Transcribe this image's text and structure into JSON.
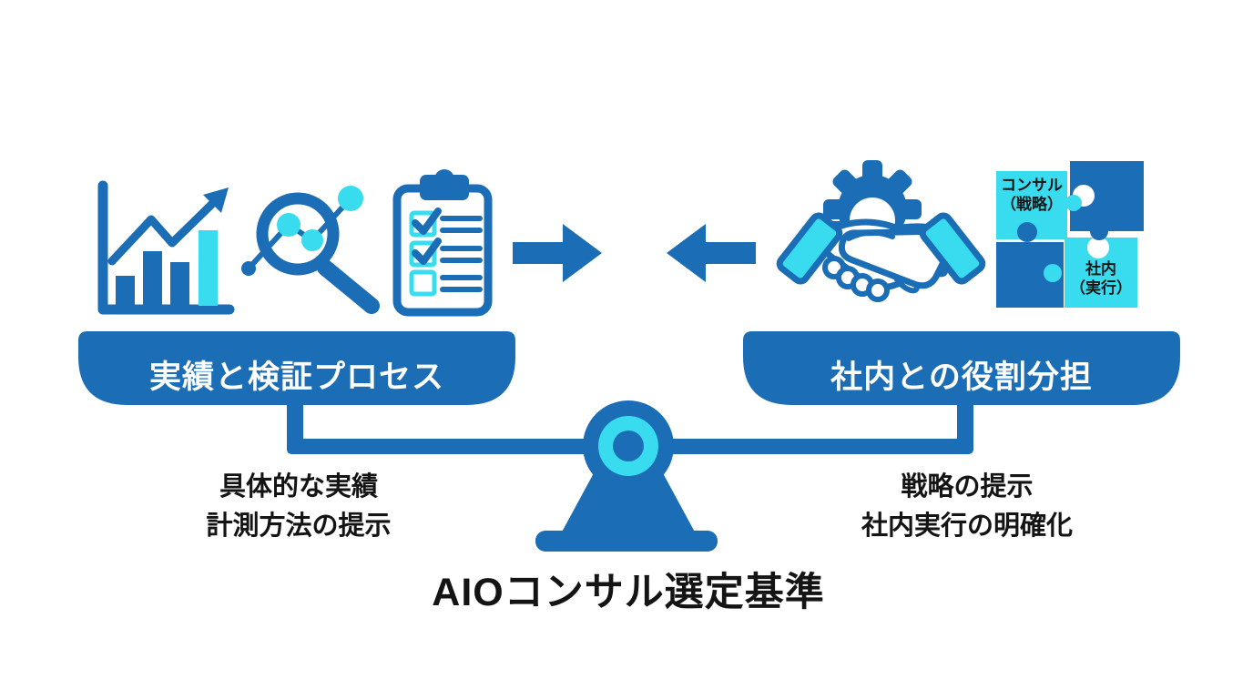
{
  "colors": {
    "blue": "#1b6db6",
    "cyan": "#38dcee",
    "ink": "#141414",
    "white": "#ffffff"
  },
  "scale": {
    "title": "AIOコンサル選定基準",
    "left_pan": {
      "label": "実績と検証プロセス",
      "criteria": {
        "line1": "具体的な実績",
        "line2": "計測方法の提示"
      },
      "icons": [
        "bar-chart-icon",
        "magnifier-analytics-icon",
        "checklist-clipboard-icon"
      ]
    },
    "right_pan": {
      "label": "社内との役割分担",
      "criteria": {
        "line1": "戦略の提示",
        "line2": "社内実行の明確化"
      },
      "icons": [
        "handshake-gear-icon",
        "puzzle-pieces-icon"
      ]
    },
    "center_icons": [
      "arrow-right-icon",
      "arrow-left-icon",
      "balance-pivot",
      "balance-base"
    ]
  },
  "puzzle": {
    "consultant": {
      "line1": "コンサル",
      "line2": "（戦略）"
    },
    "internal": {
      "line1": "社内",
      "line2": "（実行）"
    }
  }
}
